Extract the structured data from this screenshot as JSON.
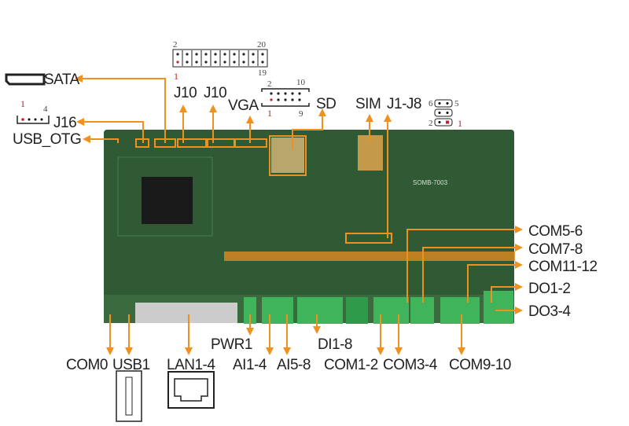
{
  "colors": {
    "accent": "#f0901e",
    "board": "#2f5a34",
    "pin1": "#c0202a"
  },
  "labels": {
    "sata": "SATA",
    "j16": "J16",
    "usb_otg": "USB_OTG",
    "j10a": "J10",
    "j10b": "J10",
    "vga": "VGA",
    "sd": "SD",
    "sim": "SIM",
    "j1_j8": "J1-J8",
    "com5_6": "COM5-6",
    "com7_8": "COM7-8",
    "com11_12": "COM11-12",
    "do1_2": "DO1-2",
    "do3_4": "DO3-4",
    "com0": "COM0",
    "usb1": "USB1",
    "lan1_4": "LAN1-4",
    "pwr1": "PWR1",
    "ai1_4": "AI1-4",
    "ai5_8": "AI5-8",
    "di1_8": "DI1-8",
    "com1_2": "COM1-2",
    "com3_4": "COM3-4",
    "com9_10": "COM9-10"
  },
  "pin_numbers": {
    "j10_top_left": "2",
    "j10_top_right": "20",
    "j10_bottom_left": "1",
    "j10_bottom_right": "19",
    "vga_top_left": "2",
    "vga_top_right": "10",
    "vga_bottom_left": "1",
    "vga_bottom_right": "9",
    "j16_first": "1",
    "j16_last": "4",
    "jp_top_left": "6",
    "jp_top_right": "5",
    "jp_bottom_left": "2",
    "jp_bottom_right": "1"
  },
  "board_marking": "SOMB-7003"
}
